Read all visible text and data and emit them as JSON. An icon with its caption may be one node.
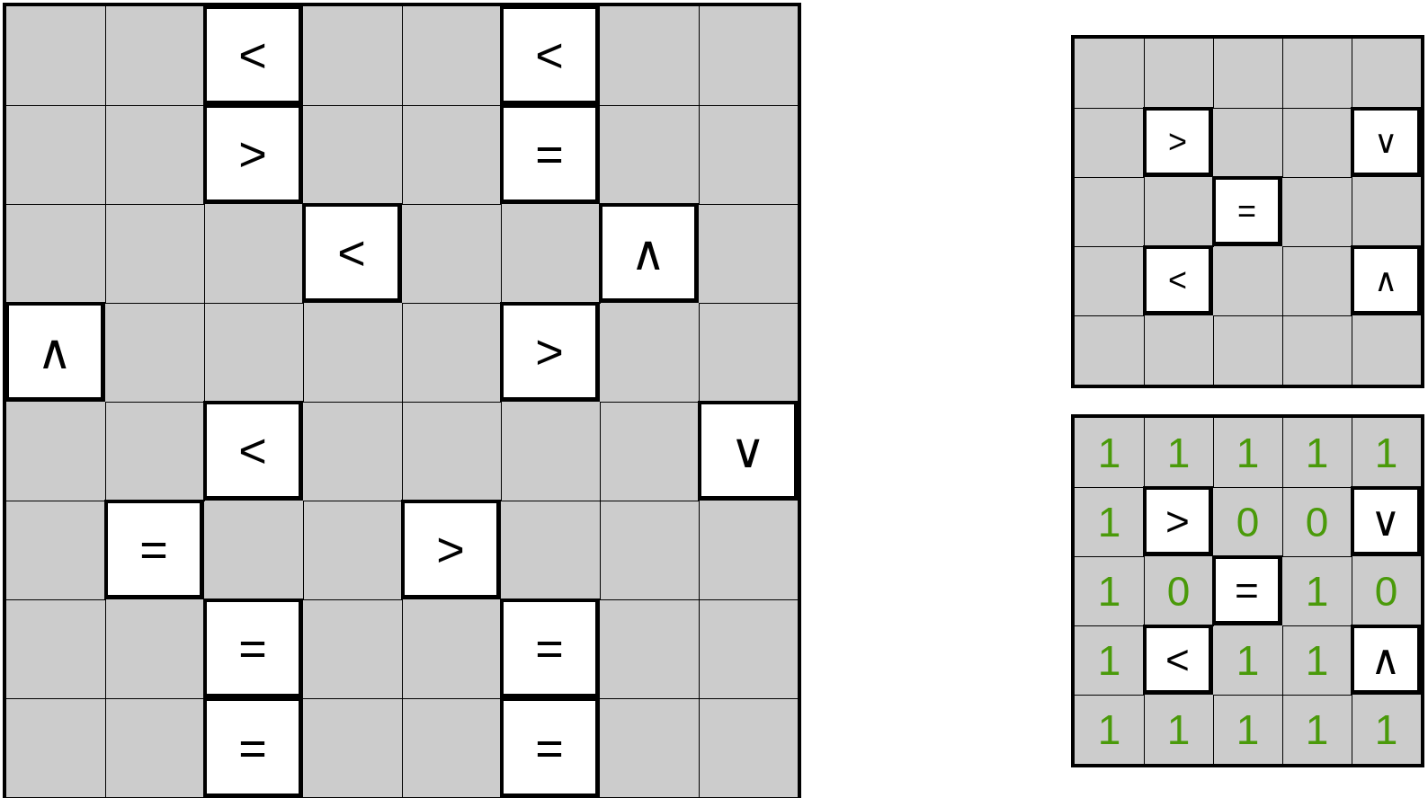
{
  "diagram": {
    "labels": [
      "<",
      "<",
      ">",
      "=",
      "<",
      "∧",
      "∧",
      ">",
      "<",
      "∨",
      "=",
      ">",
      "=",
      "=",
      "=",
      "=",
      ">",
      "∨",
      "=",
      "<",
      "∧",
      "1",
      "1",
      "1",
      "1",
      "1",
      "1",
      ">",
      "0",
      "0",
      "∨",
      "1",
      "0",
      "=",
      "1",
      "0",
      "1",
      "<",
      "1",
      "1",
      "∧",
      "1",
      "1",
      "1",
      "1",
      "1"
    ]
  }
}
